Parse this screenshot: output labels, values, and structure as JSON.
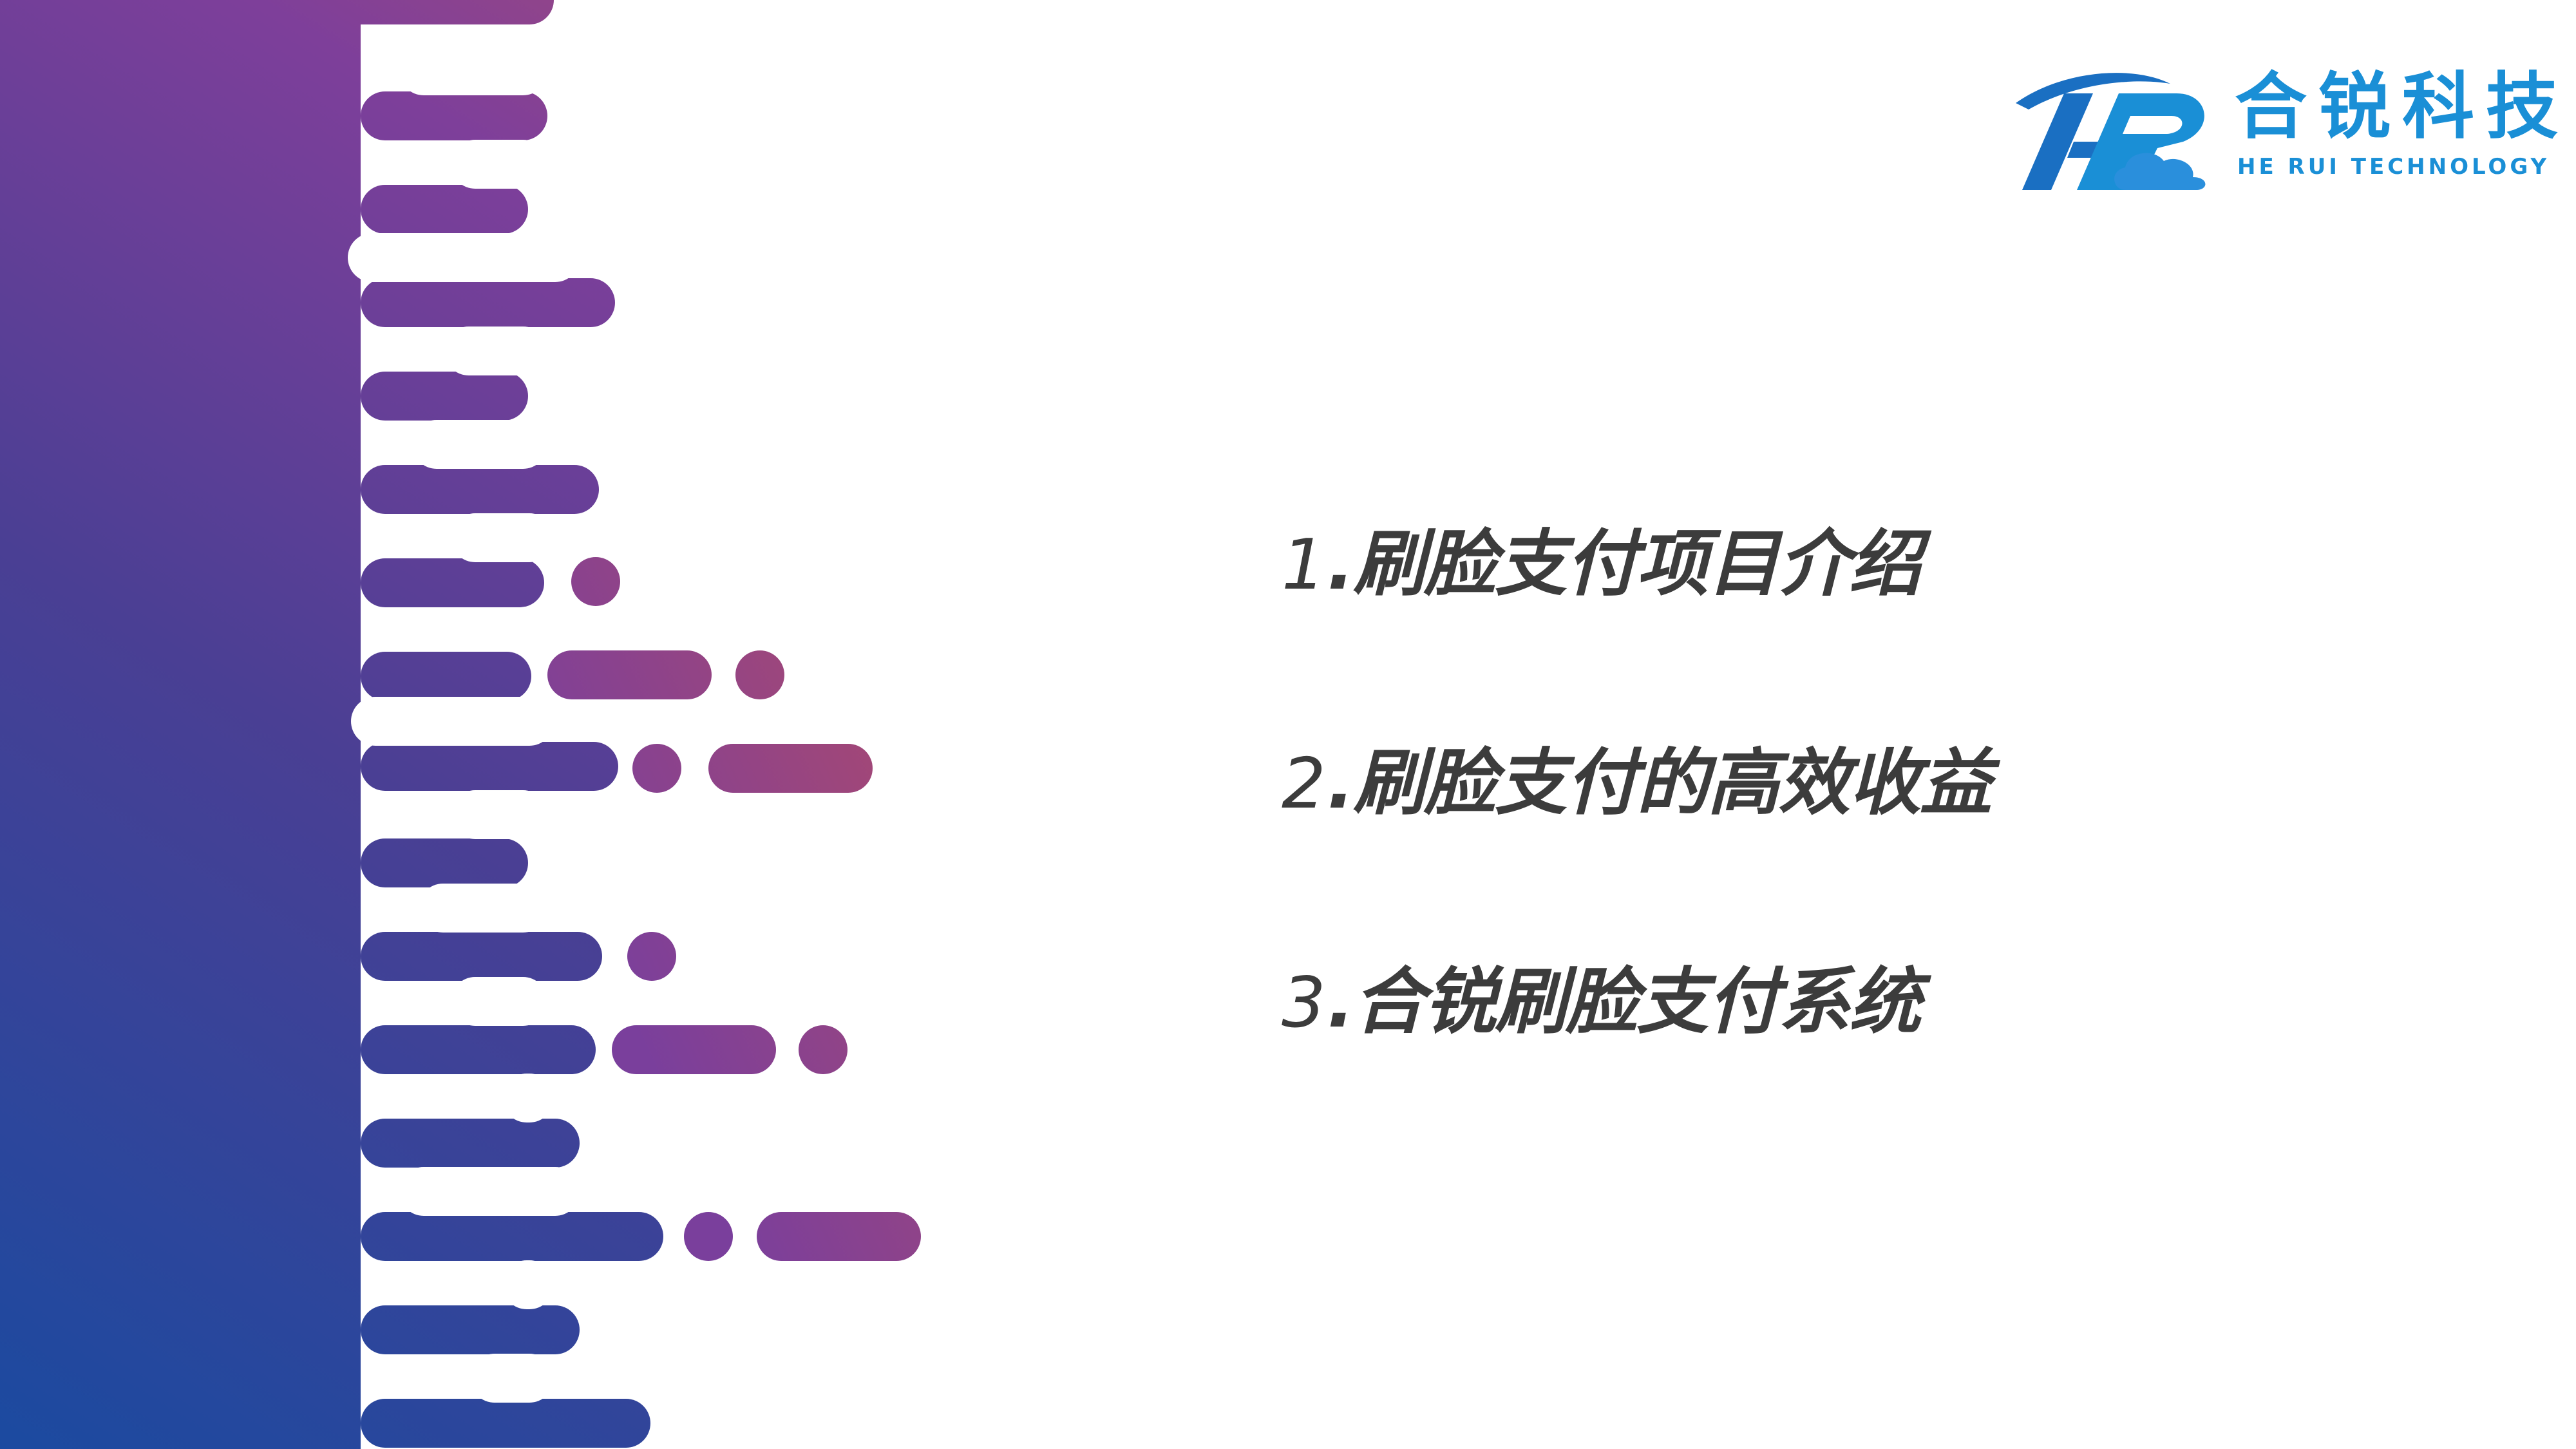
{
  "logo": {
    "name_cn": "合锐科技",
    "name_en": "HE RUI TECHNOLOGY",
    "mark_icon": "hr-swoosh-cloud-logo"
  },
  "agenda": [
    {
      "number": "1",
      "label": ".刷脸支付项目介绍"
    },
    {
      "number": "2",
      "label": ".刷脸支付的高效收益"
    },
    {
      "number": "3",
      "label": ".合锐刷脸支付系统"
    }
  ],
  "colors": {
    "gradient_dark_blue": "#1b4aa0",
    "gradient_purple": "#7e3f9a",
    "gradient_magenta": "#a44a7a",
    "text_gray": "#3c3c3c",
    "logo_blue": "#1a8fd6"
  }
}
